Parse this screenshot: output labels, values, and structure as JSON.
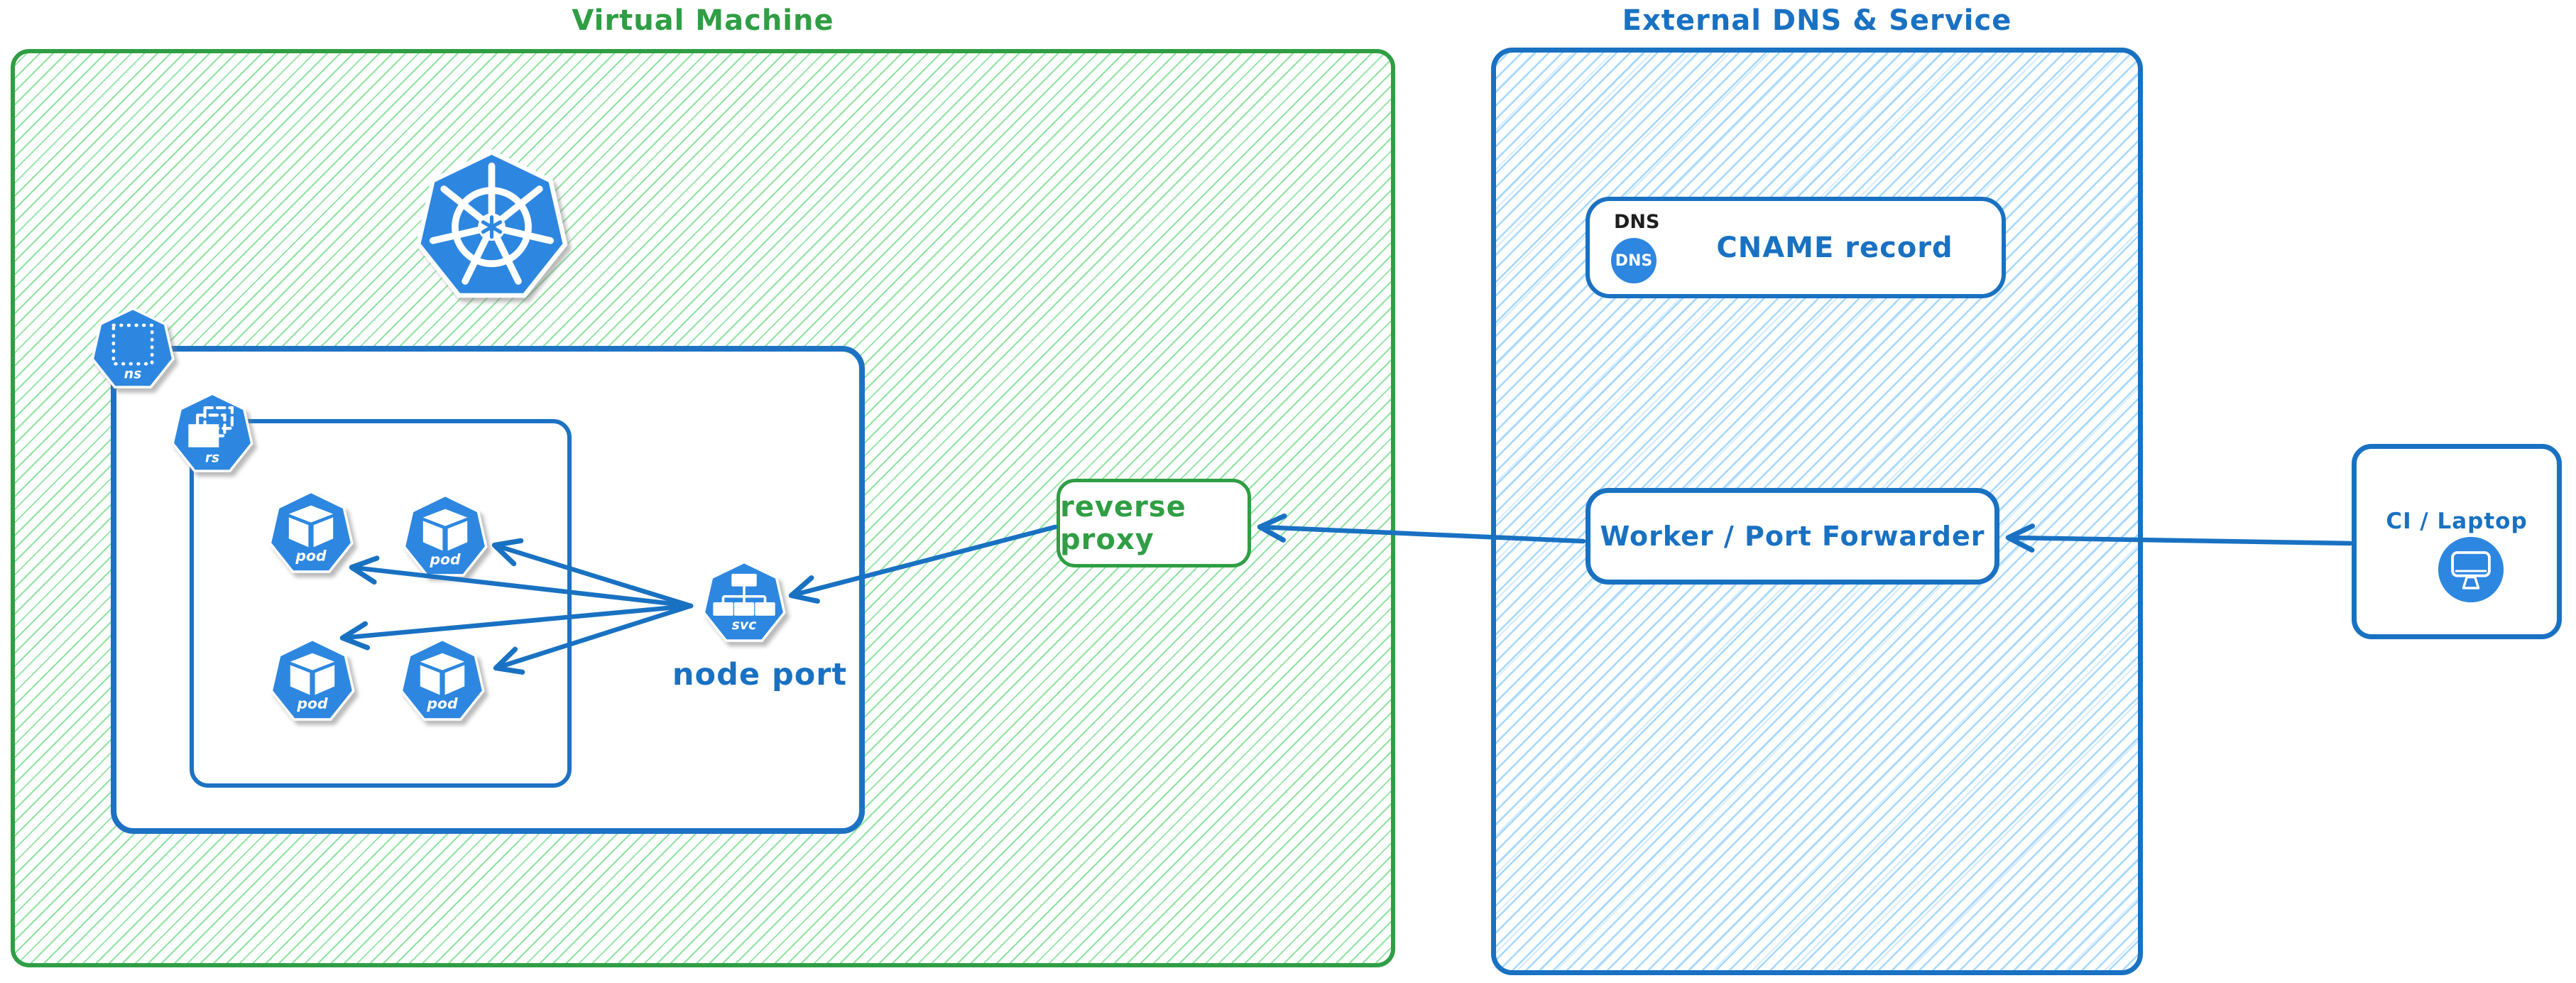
{
  "diagram": {
    "regions": {
      "vm": {
        "title": "Virtual Machine",
        "accent": "#2f9e44",
        "hatch": "#8fe3a2"
      },
      "external": {
        "title": "External DNS & Service",
        "accent": "#1971c2",
        "hatch": "#a5d8ff"
      }
    },
    "icons": {
      "kubernetes": "kubernetes-logo",
      "ns": "ns",
      "rs": "rs",
      "pod": "pod",
      "svc": "svc"
    },
    "labels": {
      "node_port": "node port",
      "reverse_proxy": "reverse proxy",
      "dns_header": "DNS",
      "dns_badge": "DNS",
      "cname": "CNAME record",
      "worker": "Worker / Port Forwarder",
      "ci": "CI / Laptop"
    },
    "colors": {
      "green_stroke": "#2f9e44",
      "green_hatch": "#8fe3a2",
      "blue_stroke": "#1971c2",
      "blue_hatch": "#a5d8ff",
      "icon_fill": "#2d87e0",
      "text_dark": "#1e1e1e",
      "shadow_gray": "#9a9a9a"
    },
    "nodes": [
      {
        "id": "kubernetes-cluster",
        "type": "logo"
      },
      {
        "id": "namespace",
        "label": "ns"
      },
      {
        "id": "replicaset",
        "label": "rs"
      },
      {
        "id": "pod-1",
        "label": "pod"
      },
      {
        "id": "pod-2",
        "label": "pod"
      },
      {
        "id": "pod-3",
        "label": "pod"
      },
      {
        "id": "pod-4",
        "label": "pod"
      },
      {
        "id": "node-port",
        "label": "svc",
        "caption": "node port"
      },
      {
        "id": "reverse-proxy",
        "label": "reverse proxy"
      },
      {
        "id": "cname-record",
        "label": "CNAME record"
      },
      {
        "id": "worker-port-forwarder",
        "label": "Worker / Port Forwarder"
      },
      {
        "id": "ci-laptop",
        "label": "CI / Laptop"
      }
    ],
    "edges": [
      {
        "id": "svc-to-pod-top-left",
        "from": "node-port",
        "to": "pod-1",
        "directed": true
      },
      {
        "id": "svc-to-pod-top-right",
        "from": "node-port",
        "to": "pod-2",
        "directed": true
      },
      {
        "id": "svc-to-pod-bottom-left",
        "from": "node-port",
        "to": "pod-3",
        "directed": true
      },
      {
        "id": "svc-to-pod-bottom-right",
        "from": "node-port",
        "to": "pod-4",
        "directed": true
      },
      {
        "id": "reverse-proxy-to-node-port",
        "from": "reverse-proxy",
        "to": "node-port",
        "directed": true
      },
      {
        "id": "worker-to-reverse-proxy",
        "from": "worker-port-forwarder",
        "to": "reverse-proxy",
        "directed": true
      },
      {
        "id": "ci-to-worker",
        "from": "ci-laptop",
        "to": "worker-port-forwarder",
        "directed": true
      }
    ]
  }
}
